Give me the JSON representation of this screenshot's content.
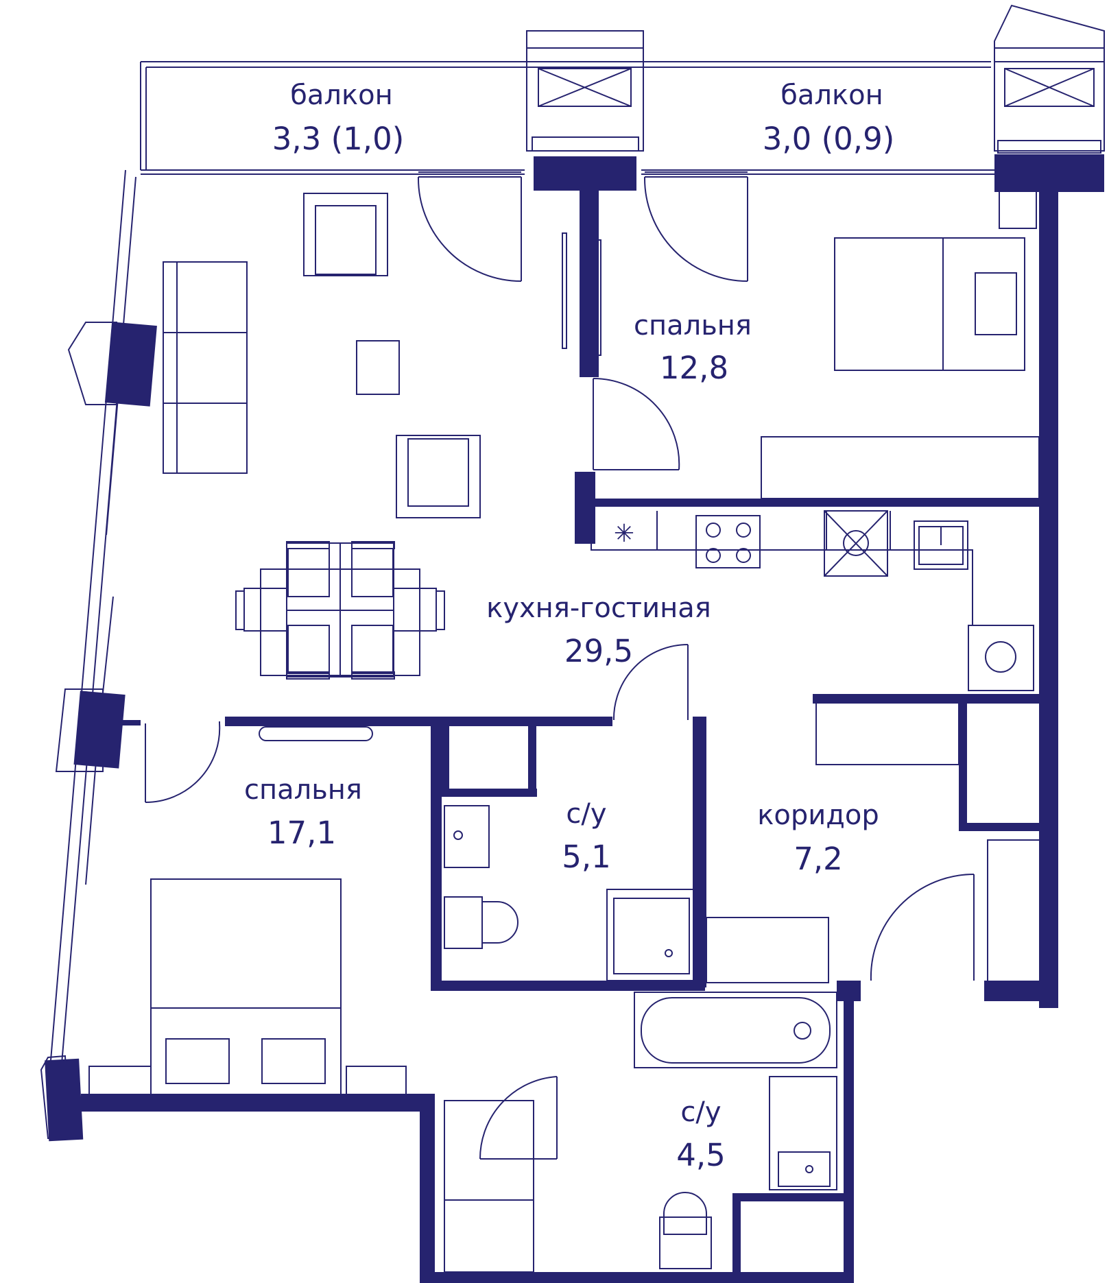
{
  "colors": {
    "ink": "#26236f",
    "background": "#ffffff"
  },
  "rooms": [
    {
      "id": "balcony-left",
      "name": "балкон",
      "area": "3,3 (1,0)"
    },
    {
      "id": "balcony-right",
      "name": "балкон",
      "area": "3,0 (0,9)"
    },
    {
      "id": "bedroom-small",
      "name": "спальня",
      "area": "12,8"
    },
    {
      "id": "kitchen-living",
      "name": "кухня-гостиная",
      "area": "29,5"
    },
    {
      "id": "bedroom-large",
      "name": "спальня",
      "area": "17,1"
    },
    {
      "id": "bathroom-1",
      "name": "с/у",
      "area": "5,1"
    },
    {
      "id": "corridor",
      "name": "коридор",
      "area": "7,2"
    },
    {
      "id": "bathroom-2",
      "name": "с/у",
      "area": "4,5"
    }
  ]
}
